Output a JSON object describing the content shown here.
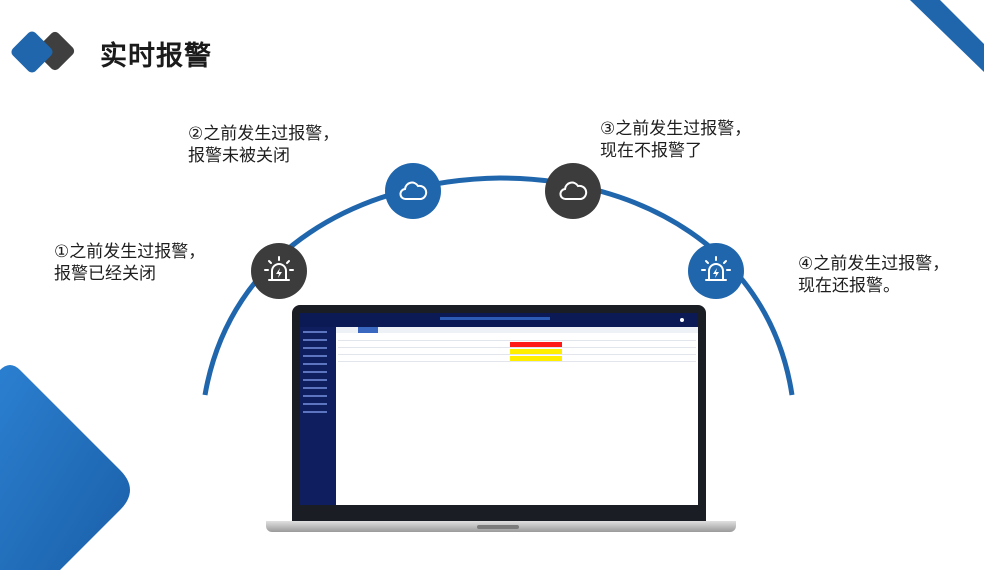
{
  "title": "实时报警",
  "notes": [
    {
      "line1": "①之前发生过报警，",
      "line2": "报警已经关闭"
    },
    {
      "line1": "②之前发生过报警，",
      "line2": "报警未被关闭"
    },
    {
      "line1": "③之前发生过报警，",
      "line2": "现在不报警了"
    },
    {
      "line1": "④之前发生过报警，",
      "line2": "现在还报警。"
    }
  ],
  "icons": [
    "alarm-light-icon",
    "cloud-icon",
    "cloud-icon",
    "alarm-light-icon"
  ],
  "colors": {
    "accent_blue": "#1f66ad",
    "dark_gray": "#3c3c3c",
    "alarm_red": "#ff1a1a",
    "alarm_yellow": "#ffee00"
  }
}
